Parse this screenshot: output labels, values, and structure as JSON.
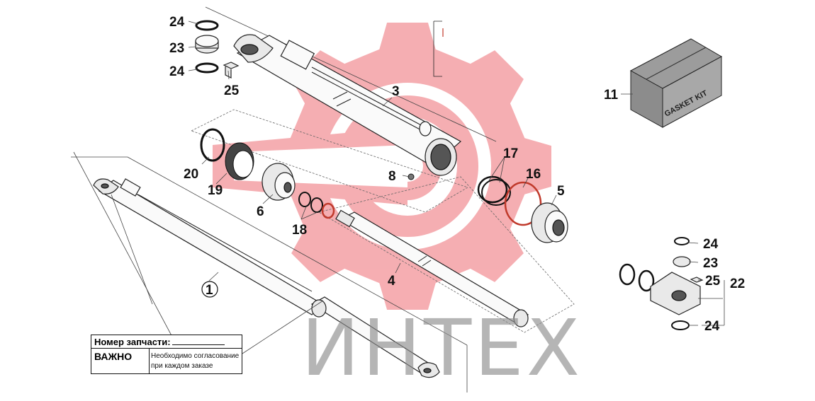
{
  "callouts": {
    "c24a": "24",
    "c23a": "23",
    "c24b": "24",
    "c25a": "25",
    "c3": "3",
    "c11": "11",
    "c20": "20",
    "c19": "19",
    "c6": "6",
    "c8": "8",
    "c17": "17",
    "c16": "16",
    "c5": "5",
    "c18": "18",
    "c4": "4",
    "c1": "1",
    "c24c": "24",
    "c23b": "23",
    "c25b": "25",
    "c22": "22",
    "c24d": "24"
  },
  "kit_box_label": "GASKET KIT",
  "watermark": "ИНТЕХ",
  "info_box": {
    "part_number_label": "Номер запчасти:",
    "important_label": "ВАЖНО",
    "note": "Необходимо согласование при каждом заказе"
  },
  "colors": {
    "logo": "#f4a0a5",
    "watermark": "#8e8e8e",
    "seal_red": "#c0392b"
  }
}
